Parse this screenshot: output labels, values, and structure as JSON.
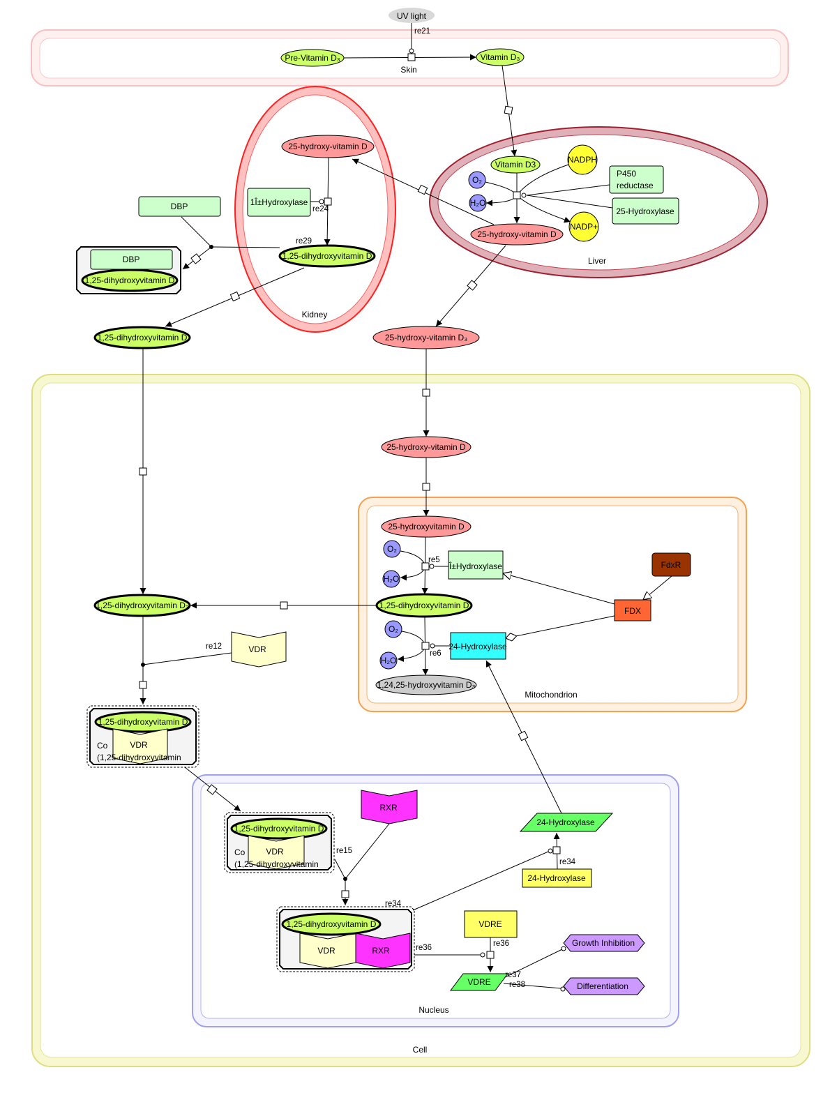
{
  "compartments": {
    "skin": "Skin",
    "kidney": "Kidney",
    "liver": "Liver",
    "cell": "Cell",
    "mitochondrion": "Mitochondrion",
    "nucleus": "Nucleus"
  },
  "nodes": {
    "uv_light": "UV light",
    "pre_vitamin_d3": "Pre-Vitamin D₃",
    "vitamin_d3_skin": "Vitamin D₃",
    "liver_vitamin_d3": "Vitamin D3",
    "liver_nadph": "NADPH",
    "liver_nadp": "NADP+",
    "liver_o2": "O₂",
    "liver_h2o": "H₂O",
    "liver_p450_line1": "P450",
    "liver_p450_line2": "reductase",
    "liver_25_hydroxylase": "25-Hydroxylase",
    "liver_25_hydroxy_vitamin_d": "25-hydroxy-vitamin D",
    "kidney_25_hydroxy_vitamin_d": "25-hydroxy-vitamin D",
    "kidney_1a_hydroxylase": "1Î±Hydroxylase",
    "kidney_1_25_dihydroxyvitamin_d": "1,25-dihydroxyvitamin D",
    "dbp": "DBP",
    "dbp_complex_dbp": "DBP",
    "dbp_complex_vitd": "1,25-dihydroxyvitamin D",
    "blood_1_25_dihydroxyvitamin_d": "1,25-dihydroxyvitamin D",
    "blood_25_hydroxy_vitamin_d3": "25-hydroxy-vitamin D₃",
    "cell_25_hydroxy_vitamin_d": "25-hydroxy-vitamin D",
    "mito_25_hydroxyvitamin_d": "25-hydroxyvitamin D",
    "mito_o2_a": "O₂",
    "mito_h2o_a": "H₂O",
    "mito_a_hydroxylase": "Î±Hydroxylase",
    "mito_1_25_dihydroxyvitamin_d": "1,25-dihydroxyvitamin D",
    "mito_o2_b": "O₂",
    "mito_h2o_b": "H₂O",
    "mito_24_hydroxylase": "24-Hydroxylase",
    "mito_1_24_25": "1,24,25-hydroxyvitamin D₃",
    "fdxr": "FdxR",
    "fdx": "FDX",
    "cell_1_25_dihydroxyvitamin_d3": "1,25-dihydroxyvitamin D₃",
    "cell_vdr": "VDR",
    "complex1_vitd": "1,25-dihydroxyvitamin D",
    "complex1_vdr": "VDR",
    "complex1_name1": "Co",
    "complex1_name2": "(1,25-dihydroxyvitamin",
    "complex2_vitd": "1,25-dihydroxyvitamin D",
    "complex2_vdr": "VDR",
    "complex2_name1": "Co",
    "complex2_name2": "(1,25-dihydroxyvitamin",
    "rxr": "RXR",
    "complex3_vitd": "1,25-dihydroxyvitamin D",
    "complex3_vdr": "VDR",
    "complex3_rxr": "RXR",
    "nucleus_24_hydroxylase_gene": "24-Hydroxylase",
    "nucleus_24_hydroxylase_rna": "24-Hydroxylase",
    "vdre_gene": "VDRE",
    "vdre_rna": "VDRE",
    "growth_inhibition": "Growth Inhibition",
    "differentiation": "Differentiation"
  },
  "reactions": {
    "re21": "re21",
    "re24": "re24",
    "re29": "re29",
    "re5": "re5",
    "re6": "re6",
    "re12": "re12",
    "re15": "re15",
    "re34_a": "re34",
    "re34_b": "re34",
    "re36_a": "re36",
    "re36_b": "re36",
    "re37": "re37",
    "re38": "re38"
  },
  "colors": {
    "simple_molecule_green": "#ccff66",
    "simple_molecule_pink": "#ff9999",
    "protein_green": "#ccffcc",
    "ion_blue": "#9999ff",
    "ion_yellow": "#ffff33",
    "receptor_vdr": "#ffffcc",
    "receptor_rxr": "#ff33ff",
    "fdxr": "#993300",
    "fdx": "#ff6633",
    "hydroxylase_24_cyan": "#33ffff",
    "gene_green": "#66ff66",
    "rna_yellow": "#ffff66",
    "phenotype_purple": "#cc99ff"
  }
}
